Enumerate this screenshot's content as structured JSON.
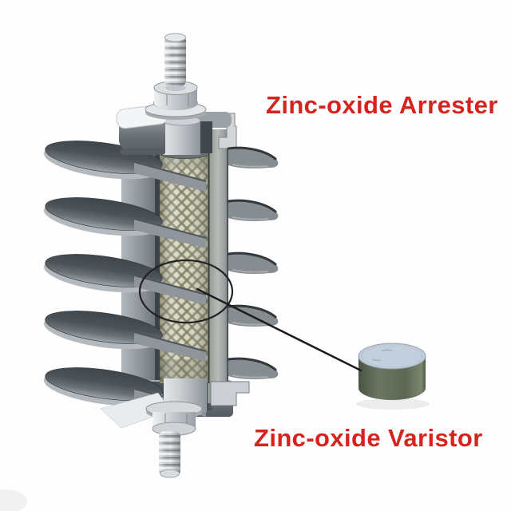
{
  "image": {
    "kind": "cutaway-product-diagram",
    "background": "#fefefe"
  },
  "labels": {
    "arrester": "Zinc-oxide Arrester",
    "varistor": "Zinc-oxide Varistor"
  },
  "style": {
    "label_color": "#d6231f",
    "housing_gray": "#8b9196",
    "shed_dark_top": "#434a4f",
    "metal_light": "#e6e9eb",
    "column_beige": "#d8d6bf",
    "column_lattice_green": "#72755c",
    "varistor_side_green": "#5e6957",
    "varistor_top_blue": "#bfc9d4",
    "callout_black": "#1d1d20"
  },
  "illustration": {
    "arrester_graphic": "cutaway-polymer-surge-arrester",
    "left_shed_count": 5,
    "right_shed_stub_count": 5,
    "internal_column_pattern": "diamond-crosshatch-fiberglass-wrap",
    "callout": "ellipse-around-column-with-leader-line-to-varistor-disc",
    "varistor_disc_graphic": "zinc-oxide-varistor-disc"
  }
}
